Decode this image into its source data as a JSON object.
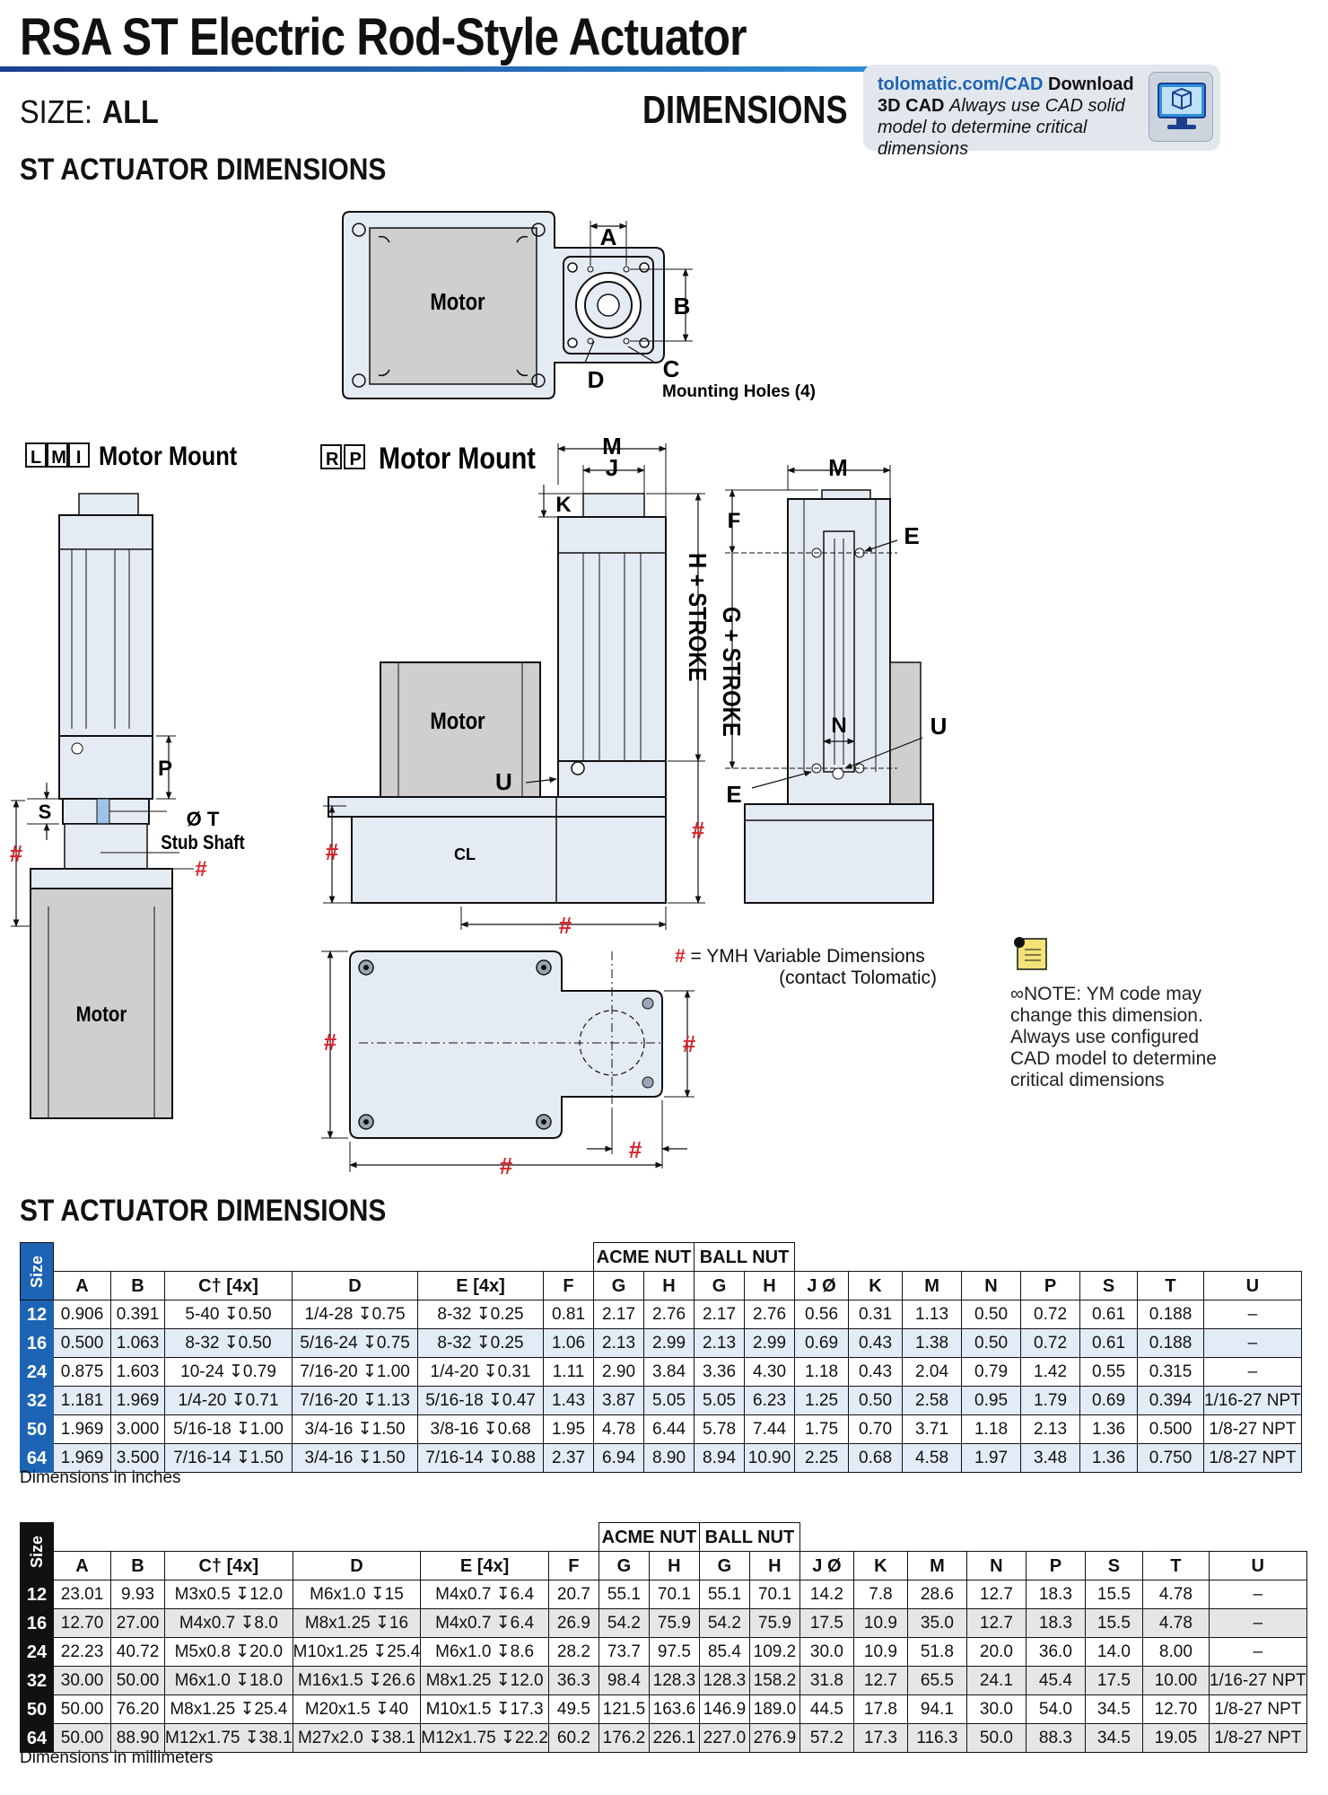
{
  "header": {
    "title": "RSA ST Electric Rod-Style Actuator",
    "size_label": "SIZE:",
    "size_value": "ALL",
    "dimensions_label": "DIMENSIONS"
  },
  "cad": {
    "link": "tolomatic.com/CAD",
    "download": "Download 3D CAD",
    "note": "Always use CAD solid model to determine critical dimensions",
    "icon": "cad-download-icon"
  },
  "sections": {
    "drawings_title": "ST ACTUATOR DIMENSIONS",
    "table_title": "ST ACTUATOR DIMENSIONS"
  },
  "drawings": {
    "top_view": {
      "motor": "Motor",
      "A": "A",
      "B": "B",
      "C": "C",
      "D": "D",
      "mounting_holes": "Mounting Holes (4)"
    },
    "lmi": {
      "code": "LMI",
      "title": "Motor Mount",
      "P": "P",
      "S": "S",
      "T": "Ø T",
      "stub_shaft": "Stub Shaft",
      "motor": "Motor",
      "hash": "#"
    },
    "rp": {
      "code": "RP",
      "title": "Motor Mount",
      "M": "M",
      "J": "J",
      "K": "K",
      "H": "H + STROKE",
      "motor": "Motor",
      "U": "U",
      "cl": "CL",
      "hash": "#"
    },
    "end_view": {
      "M": "M",
      "F": "F",
      "E": "E",
      "G": "G + STROKE",
      "N": "N",
      "U": "U"
    },
    "bottom_view": {
      "hash": "#"
    },
    "legend": {
      "hash": "#",
      "text1": "= YMH Variable Dimensions",
      "text2": "(contact Tolomatic)"
    },
    "note": {
      "icon": "note-icon",
      "text": "∞NOTE: YM code may change this dimension. Always use configured CAD model to determine critical dimensions"
    }
  },
  "tables": {
    "group_headers": {
      "acme": "ACME NUT",
      "ball": "BALL NUT"
    },
    "size_header": "Size",
    "columns": [
      "A",
      "B",
      "C† [4x]",
      "D",
      "E [4x]",
      "F",
      "G",
      "H",
      "G",
      "H",
      "J Ø",
      "K",
      "M",
      "N",
      "P",
      "S",
      "T",
      "U"
    ],
    "inches": {
      "rows": [
        [
          "12",
          "0.906",
          "0.391",
          "5-40 ↧0.50",
          "1/4-28 ↧0.75",
          "8-32 ↧0.25",
          "0.81",
          "2.17",
          "2.76",
          "2.17",
          "2.76",
          "0.56",
          "0.31",
          "1.13",
          "0.50",
          "0.72",
          "0.61",
          "0.188",
          "–"
        ],
        [
          "16",
          "0.500",
          "1.063",
          "8-32 ↧0.50",
          "5/16-24 ↧0.75",
          "8-32 ↧0.25",
          "1.06",
          "2.13",
          "2.99",
          "2.13",
          "2.99",
          "0.69",
          "0.43",
          "1.38",
          "0.50",
          "0.72",
          "0.61",
          "0.188",
          "–"
        ],
        [
          "24",
          "0.875",
          "1.603",
          "10-24 ↧0.79",
          "7/16-20 ↧1.00",
          "1/4-20 ↧0.31",
          "1.11",
          "2.90",
          "3.84",
          "3.36",
          "4.30",
          "1.18",
          "0.43",
          "2.04",
          "0.79",
          "1.42",
          "0.55",
          "0.315",
          "–"
        ],
        [
          "32",
          "1.181",
          "1.969",
          "1/4-20 ↧0.71",
          "7/16-20 ↧1.13",
          "5/16-18 ↧0.47",
          "1.43",
          "3.87",
          "5.05",
          "5.05",
          "6.23",
          "1.25",
          "0.50",
          "2.58",
          "0.95",
          "1.79",
          "0.69",
          "0.394",
          "1/16-27 NPT"
        ],
        [
          "50",
          "1.969",
          "3.000",
          "5/16-18 ↧1.00",
          "3/4-16 ↧1.50",
          "3/8-16 ↧0.68",
          "1.95",
          "4.78",
          "6.44",
          "5.78",
          "7.44",
          "1.75",
          "0.70",
          "3.71",
          "1.18",
          "2.13",
          "1.36",
          "0.500",
          "1/8-27 NPT"
        ],
        [
          "64",
          "1.969",
          "3.500",
          "7/16-14 ↧1.50",
          "3/4-16 ↧1.50",
          "7/16-14 ↧0.88",
          "2.37",
          "6.94",
          "8.90",
          "8.94",
          "10.90",
          "2.25",
          "0.68",
          "4.58",
          "1.97",
          "3.48",
          "1.36",
          "0.750",
          "1/8-27 NPT"
        ]
      ],
      "caption": "Dimensions in inches"
    },
    "mm": {
      "rows": [
        [
          "12",
          "23.01",
          "9.93",
          "M3x0.5 ↧12.0",
          "M6x1.0 ↧15",
          "M4x0.7 ↧6.4",
          "20.7",
          "55.1",
          "70.1",
          "55.1",
          "70.1",
          "14.2",
          "7.8",
          "28.6",
          "12.7",
          "18.3",
          "15.5",
          "4.78",
          "–"
        ],
        [
          "16",
          "12.70",
          "27.00",
          "M4x0.7 ↧8.0",
          "M8x1.25 ↧16",
          "M4x0.7 ↧6.4",
          "26.9",
          "54.2",
          "75.9",
          "54.2",
          "75.9",
          "17.5",
          "10.9",
          "35.0",
          "12.7",
          "18.3",
          "15.5",
          "4.78",
          "–"
        ],
        [
          "24",
          "22.23",
          "40.72",
          "M5x0.8 ↧20.0",
          "M10x1.25 ↧25.4",
          "M6x1.0 ↧8.6",
          "28.2",
          "73.7",
          "97.5",
          "85.4",
          "109.2",
          "30.0",
          "10.9",
          "51.8",
          "20.0",
          "36.0",
          "14.0",
          "8.00",
          "–"
        ],
        [
          "32",
          "30.00",
          "50.00",
          "M6x1.0 ↧18.0",
          "M16x1.5 ↧26.6",
          "M8x1.25 ↧12.0",
          "36.3",
          "98.4",
          "128.3",
          "128.3",
          "158.2",
          "31.8",
          "12.7",
          "65.5",
          "24.1",
          "45.4",
          "17.5",
          "10.00",
          "1/16-27 NPT"
        ],
        [
          "50",
          "50.00",
          "76.20",
          "M8x1.25 ↧25.4",
          "M20x1.5 ↧40",
          "M10x1.5 ↧17.3",
          "49.5",
          "121.5",
          "163.6",
          "146.9",
          "189.0",
          "44.5",
          "17.8",
          "94.1",
          "30.0",
          "54.0",
          "34.5",
          "12.70",
          "1/8-27 NPT"
        ],
        [
          "64",
          "50.00",
          "88.90",
          "M12x1.75 ↧38.1",
          "M27x2.0 ↧38.1",
          "M12x1.75 ↧22.2",
          "60.2",
          "176.2",
          "226.1",
          "227.0",
          "276.9",
          "57.2",
          "17.3",
          "116.3",
          "50.0",
          "88.3",
          "34.5",
          "19.05",
          "1/8-27 NPT"
        ]
      ],
      "caption": "Dimensions in millimeters"
    }
  },
  "colors": {
    "brand_blue": "#1d64b4",
    "part_fill": "#e5ebf3",
    "motor_fill": "#cfcfcf",
    "variable_red": "#d8232a"
  }
}
